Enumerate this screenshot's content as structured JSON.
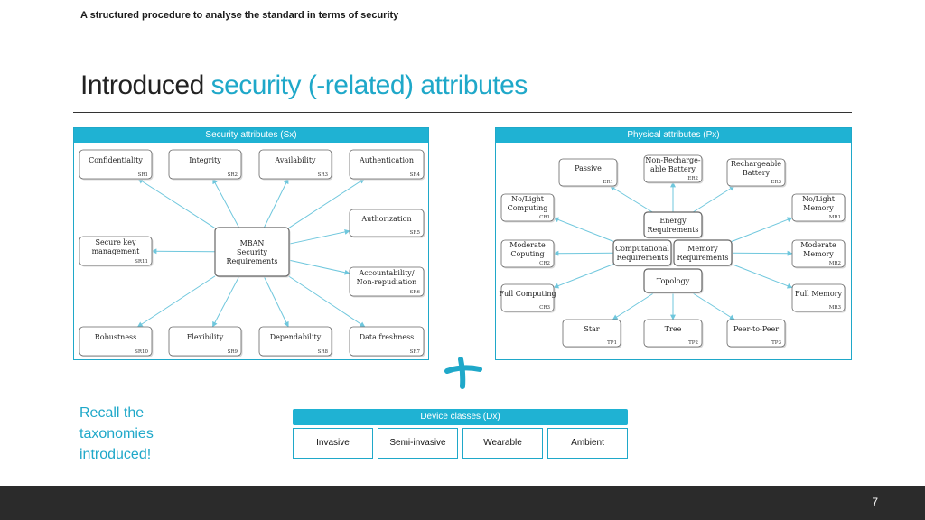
{
  "header": {
    "subtitle": "A structured procedure to analyse the standard in terms of security"
  },
  "title": {
    "part1": "Introduced",
    "part2": "security (-related) attributes"
  },
  "security_panel": {
    "label": "Security attributes (Sx)",
    "center": [
      "MBAN",
      "Security",
      "Requirements"
    ],
    "nodes": [
      {
        "label": [
          "Confidentiality"
        ],
        "code": "SR1"
      },
      {
        "label": [
          "Integrity"
        ],
        "code": "SR2"
      },
      {
        "label": [
          "Availability"
        ],
        "code": "SR3"
      },
      {
        "label": [
          "Authentication"
        ],
        "code": "SR4"
      },
      {
        "label": [
          "Authorization"
        ],
        "code": "SR5"
      },
      {
        "label": [
          "Accountability/",
          "Non-repudiation"
        ],
        "code": "SR6"
      },
      {
        "label": [
          "Data freshness"
        ],
        "code": "SR7"
      },
      {
        "label": [
          "Dependability"
        ],
        "code": "SR8"
      },
      {
        "label": [
          "Flexibility"
        ],
        "code": "SR9"
      },
      {
        "label": [
          "Robustness"
        ],
        "code": "SR10"
      },
      {
        "label": [
          "Secure key",
          "management"
        ],
        "code": "SR11"
      }
    ]
  },
  "physical_panel": {
    "label": "Physical attributes (Px)",
    "centers": [
      {
        "label": [
          "Energy",
          "Requirements"
        ]
      },
      {
        "label": [
          "Computational",
          "Requirements"
        ]
      },
      {
        "label": [
          "Memory",
          "Requirements"
        ]
      },
      {
        "label": [
          "Topology"
        ]
      }
    ],
    "nodes": [
      {
        "label": [
          "Passive"
        ],
        "code": "ER1"
      },
      {
        "label": [
          "Non-Recharge-",
          "able Battery"
        ],
        "code": "ER2"
      },
      {
        "label": [
          "Rechargeable",
          "Battery"
        ],
        "code": "ER3"
      },
      {
        "label": [
          "No/Light",
          "Computing"
        ],
        "code": "CR1"
      },
      {
        "label": [
          "Moderate",
          "Coputing"
        ],
        "code": "CR2"
      },
      {
        "label": [
          "Full Computing"
        ],
        "code": "CR3"
      },
      {
        "label": [
          "No/Light",
          "Memory"
        ],
        "code": "MR1"
      },
      {
        "label": [
          "Moderate",
          "Memory"
        ],
        "code": "MR2"
      },
      {
        "label": [
          "Full Memory"
        ],
        "code": "MR3"
      },
      {
        "label": [
          "Star"
        ],
        "code": "TP1"
      },
      {
        "label": [
          "Tree"
        ],
        "code": "TP2"
      },
      {
        "label": [
          "Peer-to-Peer"
        ],
        "code": "TP3"
      }
    ]
  },
  "recall_text": "Recall the taxonomies introduced!",
  "device_classes": {
    "label": "Device classes (Dx)",
    "items": [
      "Invasive",
      "Semi-invasive",
      "Wearable",
      "Ambient"
    ]
  },
  "page_number": "7",
  "colors": {
    "accent": "#1fa8c9",
    "header_bar": "#1fb2d3",
    "footer": "#2b2b2b",
    "arrow": "#6fc7dd"
  }
}
